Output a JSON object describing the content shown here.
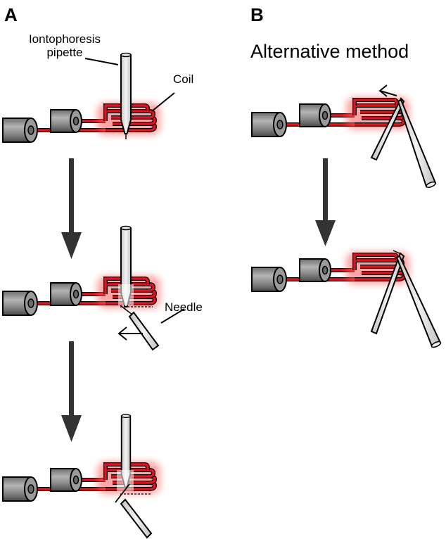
{
  "panels": {
    "a": {
      "letter": "A"
    },
    "b": {
      "letter": "B",
      "title": "Alternative method"
    }
  },
  "labels": {
    "pipette_line1": "Iontophoresis",
    "pipette_line2": "pipette",
    "coil": "Coil",
    "needle": "Needle"
  },
  "colors": {
    "coil_red": "#e0141e",
    "coil_glow": "#ff6a6a",
    "connector_gray": "#8a8a8a",
    "pipette_gray": "#dcdcdc",
    "arrow_dark": "#333333",
    "outline": "#000000"
  }
}
